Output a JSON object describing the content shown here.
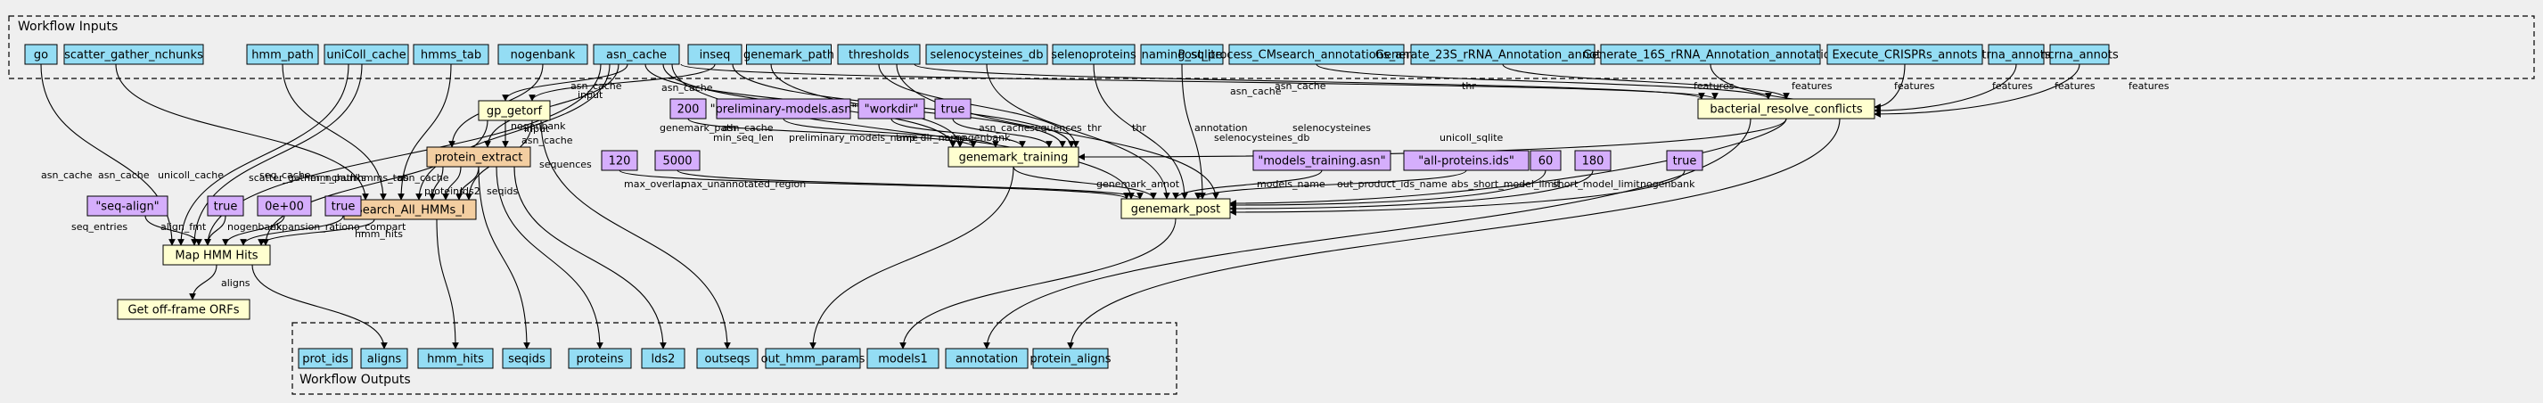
{
  "clusters": {
    "inputs_title": "Workflow Inputs",
    "outputs_title": "Workflow Outputs"
  },
  "colors": {
    "io": "#94ddf4",
    "step": "#ffffd0",
    "subworkflow": "#f3cea1",
    "param": "#d5aefc"
  },
  "inputs": [
    "go",
    "scatter_gather_nchunks",
    "hmm_path",
    "uniColl_cache",
    "hmms_tab",
    "nogenbank",
    "asn_cache",
    "inseq",
    "genemark_path",
    "thresholds",
    "selenocysteines_db",
    "selenoproteins",
    "naming_sqlite",
    "Post_process_CMsearch_annotations_annots_5S",
    "Generate_23S_rRNA_Annotation_annotation",
    "Generate_16S_rRNA_Annotation_annotation",
    "Execute_CRISPRs_annots",
    "trna_annots",
    "ncrna_annots"
  ],
  "steps": {
    "gp_getorf": "gp_getorf",
    "protein_extract": "protein_extract",
    "search_all": "Search_All_HMMs_I",
    "map_hmm": "Map HMM Hits",
    "offframe": "Get off-frame ORFs",
    "genemark_training": "genemark_training",
    "genemark_post": "genemark_post",
    "bacterial": "bacterial_resolve_conflicts"
  },
  "params": {
    "seq_align": "\"seq-align\"",
    "true1": "true",
    "zero": "0e+00",
    "true2": "true",
    "p200": "200",
    "prelim": "\"preliminary-models.asn\"",
    "workdir": "\"workdir\"",
    "true3": "true",
    "p120": "120",
    "p5000": "5000",
    "models_training": "\"models_training.asn\"",
    "all_proteins": "\"all-proteins.ids\"",
    "p60": "60",
    "p180": "180",
    "true4": "true"
  },
  "outputs": [
    "prot_ids",
    "aligns",
    "hmm_hits",
    "seqids",
    "proteins",
    "lds2",
    "outseqs",
    "out_hmm_params",
    "models1",
    "annotation",
    "protein_aligns"
  ],
  "edge_labels": {
    "asn_cache": "asn_cache",
    "input": "input",
    "nogenbank": "nogenbank",
    "scatter_gather_nchunks": "scatter_gather_nchunks",
    "hmm_path": "hmm_path",
    "hmms_tab": "hmms_tab",
    "proteins": "proteins",
    "lds2": "lds2",
    "seqids": "seqids",
    "sequences": "sequences",
    "seq_entries": "seq_entries",
    "unicoll_cache": "unicoll_cache",
    "seq_cache": "seq_cache",
    "align_fmt": "align_fmt",
    "expansion_ratio": "expansion_ratio",
    "no_compart": "no_compart",
    "hmm_hits": "hmm_hits",
    "aligns": "aligns",
    "genemark_path": "genemark_path",
    "min_seq_len": "min_seq_len",
    "preliminary_models_name": "preliminary_models_name",
    "tmp_dir_name": "tmp_dir_name",
    "thr": "thr",
    "max_overlap": "max_overlap",
    "max_unannotated_region": "max_unannotated_region",
    "genemark_annot": "genemark_annot",
    "annotation": "annotation",
    "selenocysteines": "selenocysteines",
    "selenocysteines_db": "selenocysteines_db",
    "unicoll_sqlite": "unicoll_sqlite",
    "models_name": "models_name",
    "out_product_ids_name": "out_product_ids_name",
    "abs_short_model_limit": "abs_short_model_limit",
    "short_model_limit": "short_model_limit",
    "features": "features"
  }
}
